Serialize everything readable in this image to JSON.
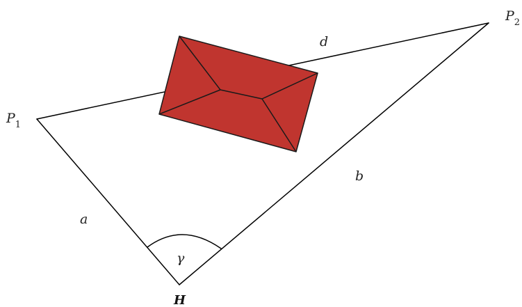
{
  "points": {
    "p1": {
      "name": "P",
      "sub": "1"
    },
    "p2": {
      "name": "P",
      "sub": "2"
    },
    "h": {
      "name": "H"
    }
  },
  "sides": {
    "a": "a",
    "b": "b",
    "d": "d"
  },
  "angle": {
    "gamma": "γ"
  },
  "colors": {
    "line": "#000000",
    "roof": "#c0352f",
    "roof_outline": "#1a1a1a"
  }
}
